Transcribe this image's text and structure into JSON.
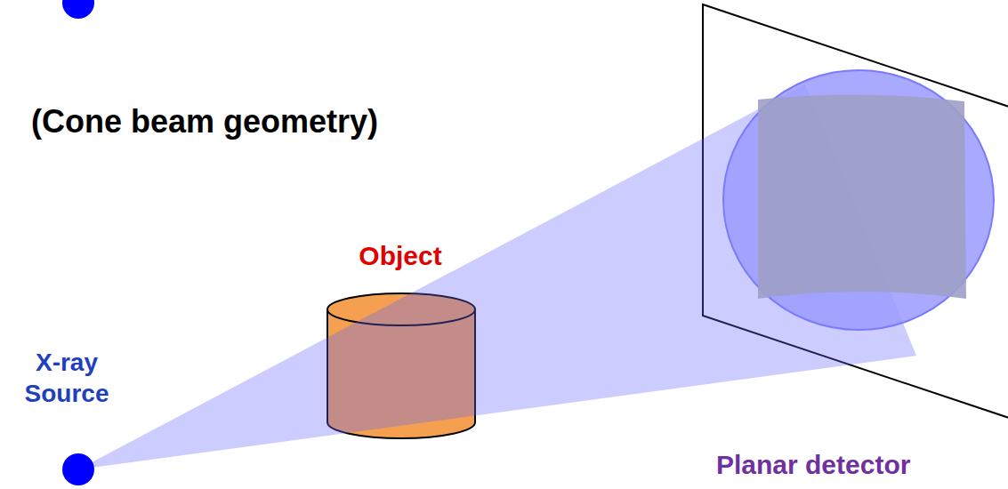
{
  "diagram": {
    "labels": [
      "(Cone beam geometry)",
      "X-ray Source",
      "Object",
      "Planar detector"
    ]
  }
}
